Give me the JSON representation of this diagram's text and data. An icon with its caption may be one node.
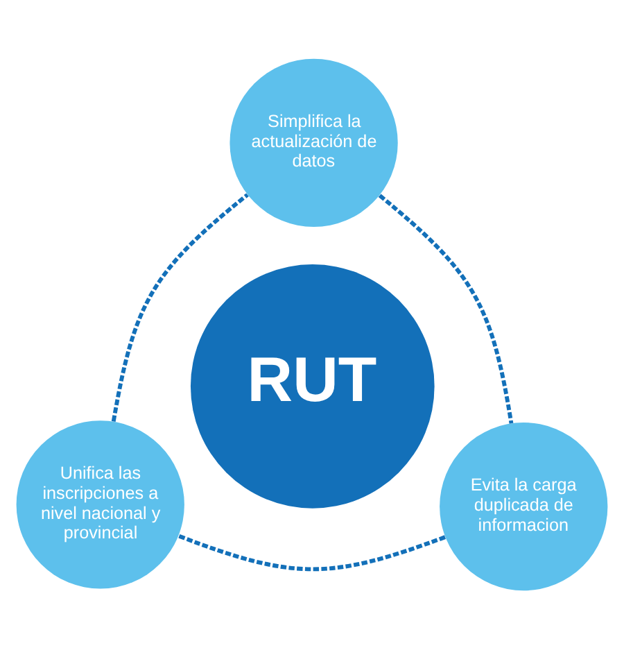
{
  "diagram": {
    "nodes": [
      {
        "text": [
          "Simplifica la actualización de datos"
        ]
      },
      {
        "text": [
          "RUT"
        ]
      },
      {
        "text": [
          "Unifica las inscripciones a nivel nacional y provincial"
        ]
      },
      {
        "text": [
          "Evita la carga duplicada de informacion"
        ]
      }
    ],
    "edges": [
      {
        "from": 0,
        "to": 3,
        "arrow": "none",
        "style": "dashed"
      },
      {
        "from": 3,
        "to": 2,
        "arrow": "none",
        "style": "dashed"
      },
      {
        "from": 2,
        "to": 0,
        "arrow": "none",
        "style": "dashed"
      }
    ]
  }
}
